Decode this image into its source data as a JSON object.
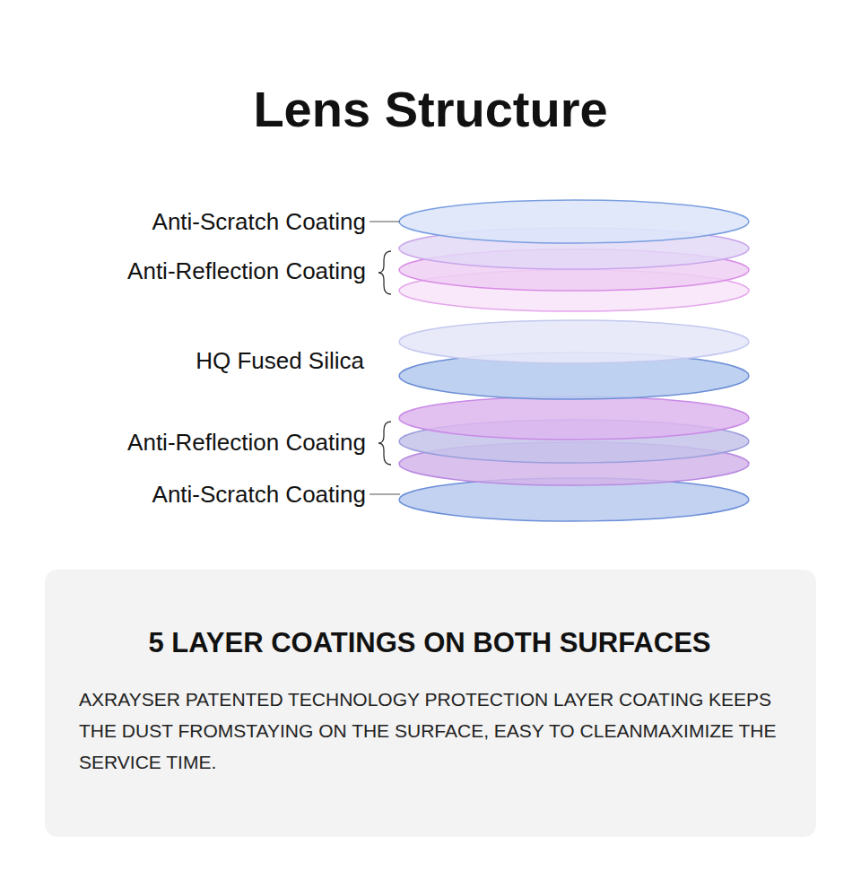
{
  "diagram": {
    "title": "Lens Structure",
    "nodes": [
      {
        "text": [
          "5 LAYER COATINGS ON BOTH SURFACES",
          "AXRAYSER PATENTED TECHNOLOGY PROTECTION LAYER COATING KEEPS THE DUST FROMSTAYING ON THE SURFACE, EASY TO CLEANMAXIMIZE THE SERVICE TIME."
        ]
      }
    ],
    "labels": [
      "Anti-Scratch Coating",
      "Anti-Reflection Coating",
      "HQ Fused Silica",
      "Anti-Reflection Coating",
      "Anti-Scratch Coating"
    ]
  }
}
